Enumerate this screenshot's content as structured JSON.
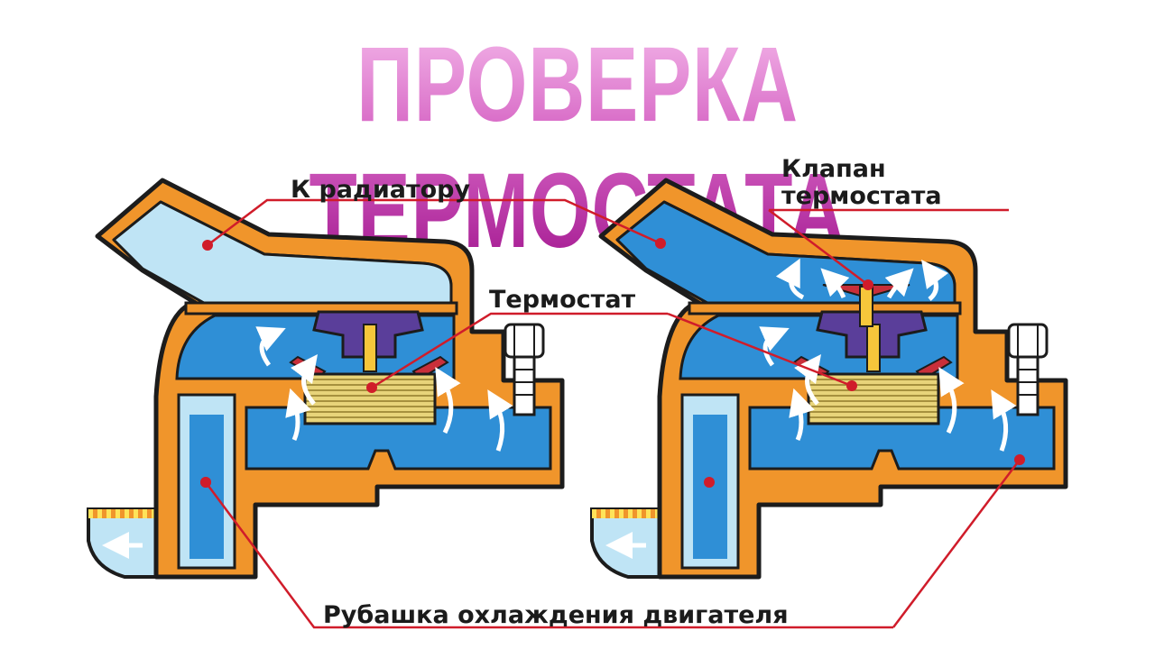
{
  "title": "ПРОВЕРКА ТЕРМОСТАТА",
  "labels": {
    "to_radiator": "К радиатору",
    "valve_line1": "Клапан",
    "valve_line2": "термостата",
    "thermostat": "Термостат",
    "jacket": "Рубашка охлаждения двигателя"
  },
  "diagrams": [
    {
      "state": "closed",
      "upper_hose_fill": "#bfe4f5"
    },
    {
      "state": "open",
      "upper_hose_fill": "#2f8fd6"
    }
  ],
  "colors": {
    "title_gradient_top": "#f4b8ea",
    "title_gradient_bottom": "#a2168f",
    "housing": "#f0952b",
    "outline": "#1c1c1c",
    "coolant_hot": "#2f8fd6",
    "coolant_cold": "#bfe4f5",
    "thermostat_body": "#e8d47a",
    "thermostat_frame": "#5a3e9a",
    "leader_lines": "#d01c2a",
    "flow_arrows": "#ffffff"
  }
}
